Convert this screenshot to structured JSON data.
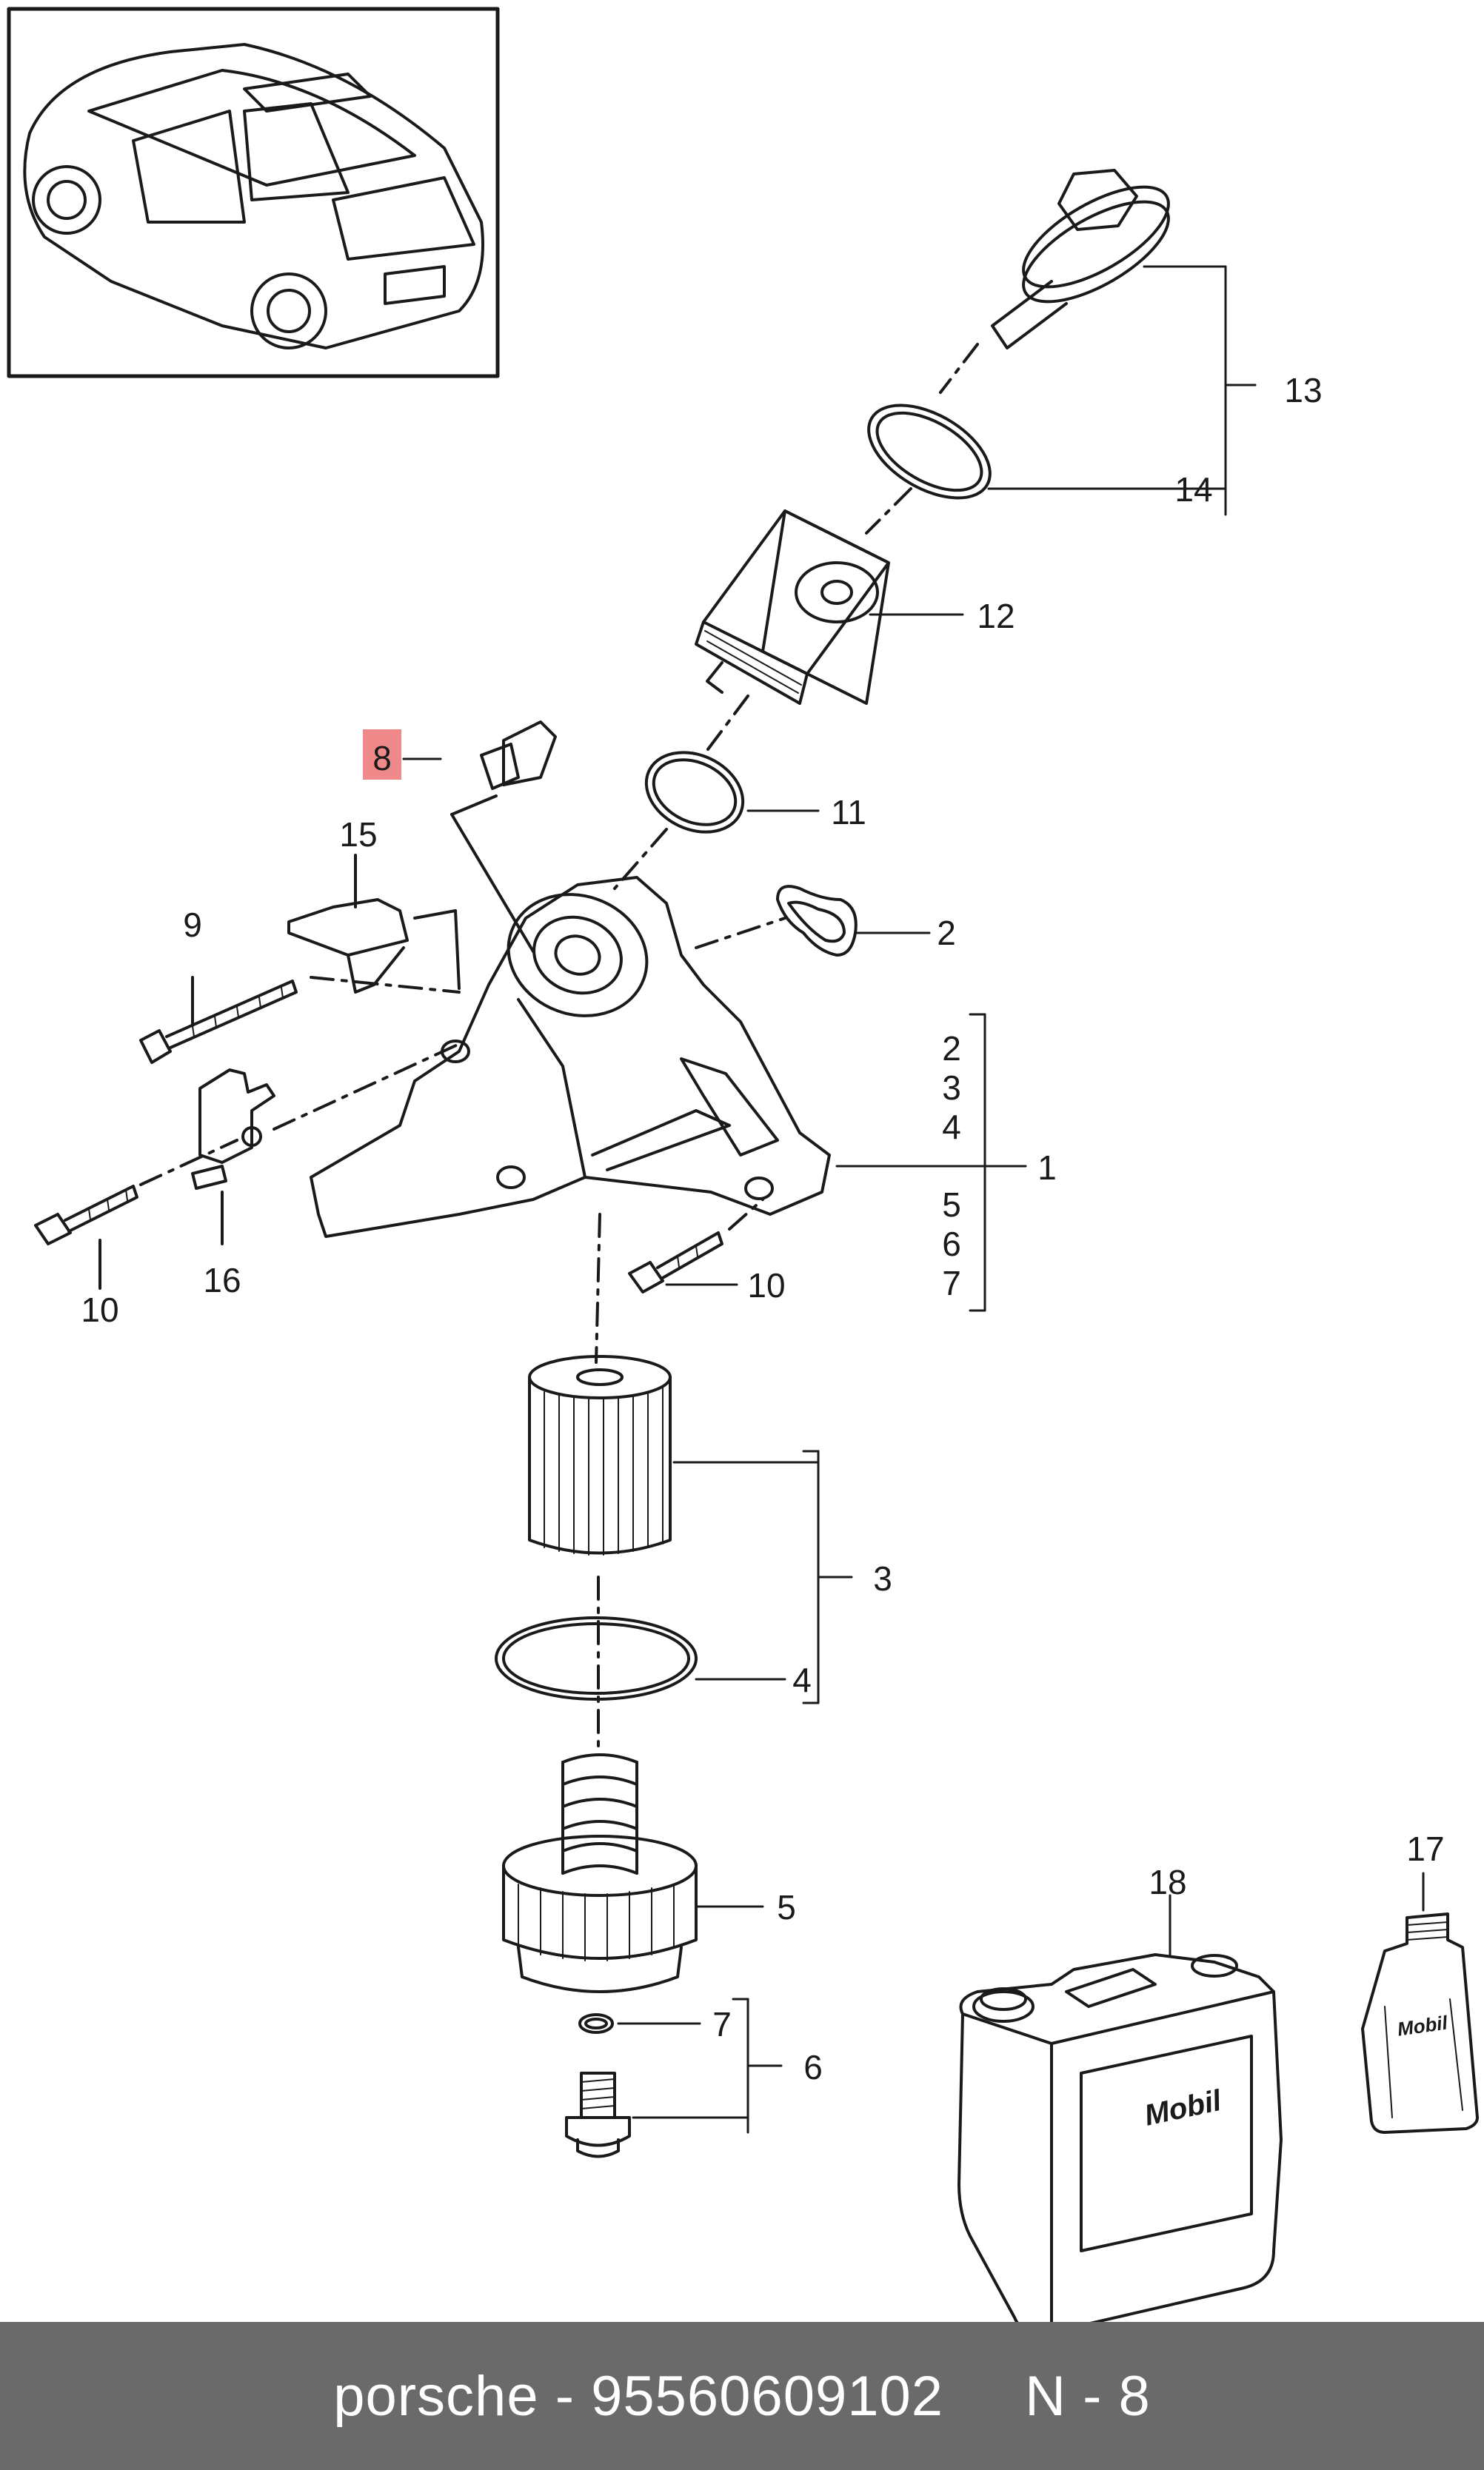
{
  "diagram": {
    "callouts": [
      {
        "id": "c13",
        "text": "13"
      },
      {
        "id": "c14",
        "text": "14"
      },
      {
        "id": "c12",
        "text": "12"
      },
      {
        "id": "c11",
        "text": "11"
      },
      {
        "id": "c8",
        "text": "8"
      },
      {
        "id": "c15",
        "text": "15"
      },
      {
        "id": "c9",
        "text": "9"
      },
      {
        "id": "c2a",
        "text": "2"
      },
      {
        "id": "c1",
        "text": "1"
      },
      {
        "id": "c2b",
        "text": "2"
      },
      {
        "id": "c3a",
        "text": "3"
      },
      {
        "id": "c4a",
        "text": "4"
      },
      {
        "id": "c5a",
        "text": "5"
      },
      {
        "id": "c6a",
        "text": "6"
      },
      {
        "id": "c7a",
        "text": "7"
      },
      {
        "id": "c10a",
        "text": "10"
      },
      {
        "id": "c10b",
        "text": "10"
      },
      {
        "id": "c16",
        "text": "16"
      },
      {
        "id": "c3b",
        "text": "3"
      },
      {
        "id": "c4b",
        "text": "4"
      },
      {
        "id": "c5b",
        "text": "5"
      },
      {
        "id": "c7b",
        "text": "7"
      },
      {
        "id": "c6b",
        "text": "6"
      },
      {
        "id": "c18",
        "text": "18"
      },
      {
        "id": "c17",
        "text": "17"
      }
    ],
    "highlight_color": "#f08a8a",
    "canister_brand": "Mobil",
    "bottle_brand": "Mobil"
  },
  "footer": {
    "part_text": "porsche - 95560609102",
    "page_text": "N - 8"
  }
}
